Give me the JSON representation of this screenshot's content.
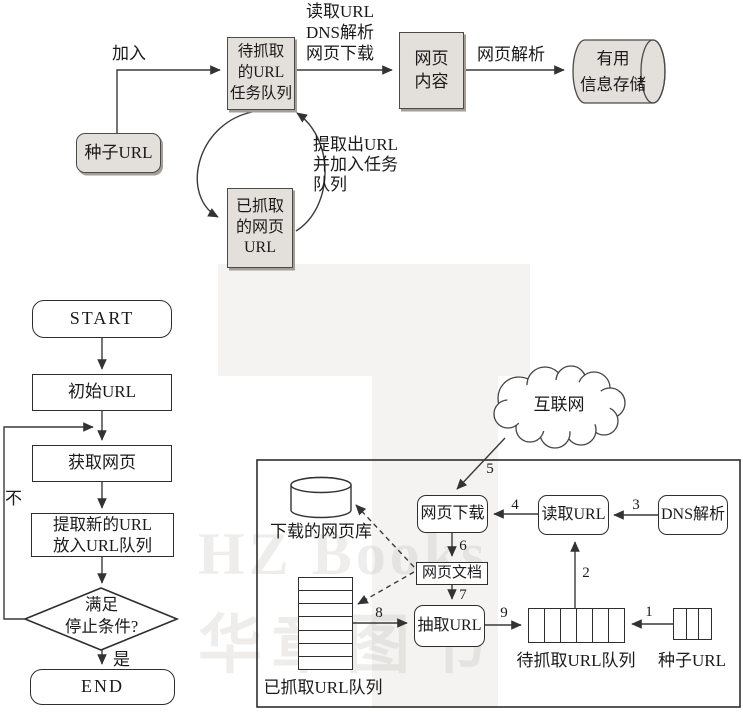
{
  "top_flow": {
    "seed_label": "种子URL",
    "join_label": "加入",
    "task_queue_label": "待抓取\n的URL\n任务队列",
    "fetch_steps_label": "读取URL\nDNS解析\n网页下载",
    "page_content_label": "网页\n内容",
    "parse_label": "网页解析",
    "storage_label": "有用\n信息存储",
    "crawled_label": "已抓取\n的网页\nURL",
    "loop_label": "提取出URL\n并加入任务\n队列"
  },
  "flowchart": {
    "start": "START",
    "initial_url": "初始URL",
    "fetch_page": "获取网页",
    "extract_urls": "提取新的URL\n放入URL队列",
    "stop_condition": "满足\n停止条件?",
    "yes": "是",
    "no": "不",
    "end": "END"
  },
  "architecture": {
    "internet": "互联网",
    "page_download": "网页下载",
    "read_url": "读取URL",
    "dns_resolve": "DNS解析",
    "page_doc": "网页文档",
    "extract_url": "抽取URL",
    "downloaded_pages": "下载的网页库",
    "crawled_queue": "已抓取URL队列",
    "pending_queue": "待抓取URL队列",
    "seed_url": "种子URL",
    "steps": {
      "s1": "1",
      "s2": "2",
      "s3": "3",
      "s4": "4",
      "s5": "5",
      "s6": "6",
      "s7": "7",
      "s8": "8",
      "s9": "9"
    }
  },
  "watermark": {
    "line1": "HZ Books",
    "line2": "华章图书"
  },
  "colors": {
    "node_fill": "#e3dfda",
    "line": "#3a3a3a",
    "border": "#2e2e2e"
  }
}
